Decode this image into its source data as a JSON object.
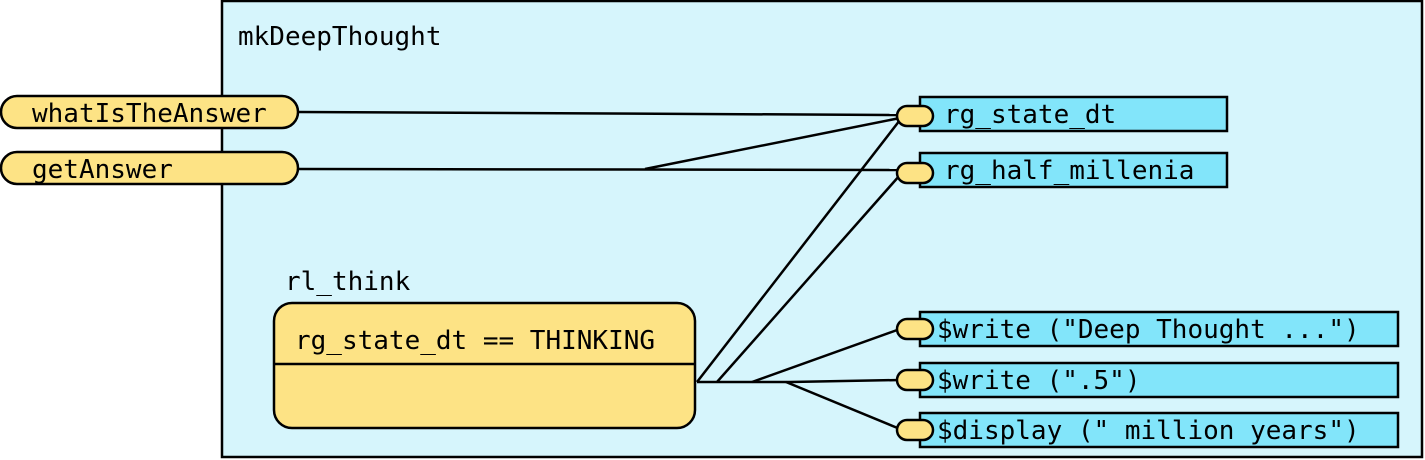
{
  "module": {
    "name": "mkDeepThought",
    "fill": "#d6f5fc"
  },
  "methods": [
    {
      "label": "whatIsTheAnswer"
    },
    {
      "label": "getAnswer"
    }
  ],
  "registers": [
    {
      "label": "rg_state_dt"
    },
    {
      "label": "rg_half_millenia"
    }
  ],
  "rule": {
    "name": "rl_think",
    "condition": "rg_state_dt == THINKING"
  },
  "actions": [
    {
      "label": "$write (\"Deep Thought ...\")"
    },
    {
      "label": "$write (\".5\")"
    },
    {
      "label": "$display (\" million years\")"
    }
  ],
  "colors": {
    "pill": "#fde385",
    "register": "#82e5fa",
    "module_border": "#000000"
  }
}
